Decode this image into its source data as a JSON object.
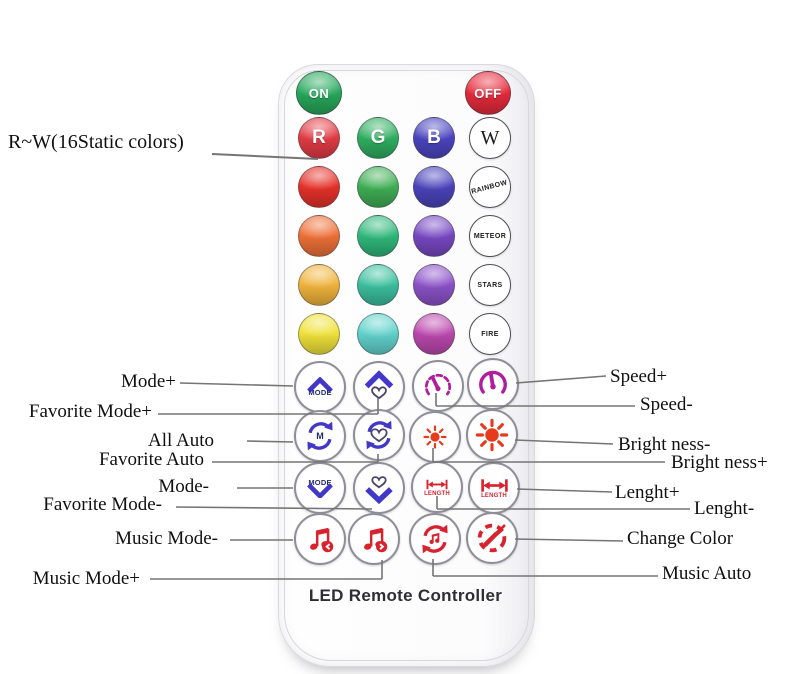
{
  "theme": {
    "onGreen": "#27a95c",
    "offRed": "#e72b3c",
    "iconBlue": "#4238c8",
    "iconNavy": "#232d6e",
    "iconMagenta": "#b01d9e",
    "iconSun": "#e83a1c",
    "iconRed": "#d8232f",
    "lineGray": "#757575",
    "labelColor": "#101010"
  },
  "remote": {
    "footer": "LED Remote Controller",
    "power": {
      "on": "ON",
      "off": "OFF"
    },
    "letters": {
      "r": "R",
      "g": "G",
      "b": "B"
    },
    "letter_colors": {
      "r": "#e23b44",
      "g": "#2fae60",
      "b": "#4b44c0"
    },
    "swatch_rows": [
      [
        "#e63129",
        "#3fae54",
        "#4a43bb"
      ],
      [
        "#ee7038",
        "#2fb87b",
        "#7747c2"
      ],
      [
        "#f0b43c",
        "#3bbf9e",
        "#8c52c8"
      ],
      [
        "#f0e23a",
        "#62d2cc",
        "#bb48ae"
      ]
    ],
    "presets": [
      "W",
      "RAINBOW",
      "METEOR",
      "STARS",
      "FIRE"
    ],
    "texts": {
      "mode": "MODE",
      "m": "M",
      "length": "LENGTH"
    }
  },
  "annotations": {
    "left": [
      "R~W(16Static colors)",
      "Mode+",
      "Favorite Mode+",
      "All Auto",
      "Favorite Auto",
      "Mode-",
      "Favorite Mode-",
      "Music Mode-",
      "Music Mode+"
    ],
    "right": [
      "Speed+",
      "Speed-",
      "Bright ness-",
      "Bright ness+",
      "Lenght+",
      "Lenght-",
      "Change Color",
      "Music Auto"
    ]
  }
}
